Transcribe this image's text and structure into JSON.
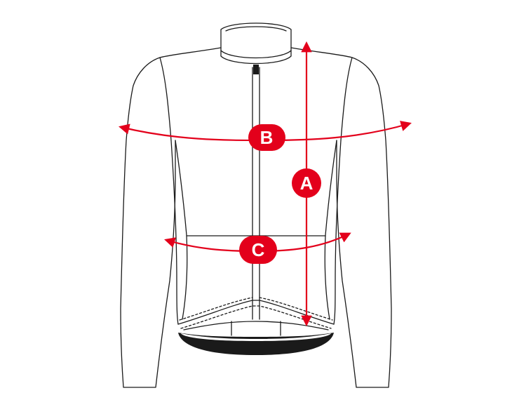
{
  "colors": {
    "outline": "#1a1a1a",
    "accent": "#e3001b",
    "hem_band": "#1a1a1a",
    "marker_text": "#ffffff"
  },
  "measurements": [
    {
      "id": "A",
      "label": "A"
    },
    {
      "id": "B",
      "label": "B"
    },
    {
      "id": "C",
      "label": "C"
    }
  ]
}
